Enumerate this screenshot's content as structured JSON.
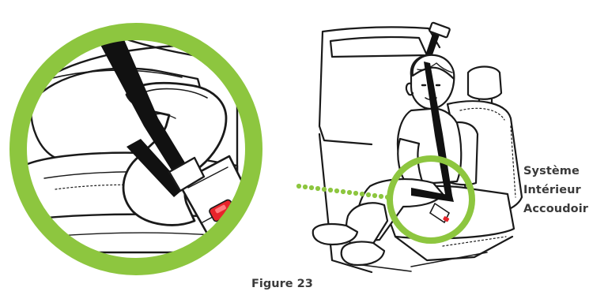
{
  "figure": {
    "caption": "Figure 23",
    "label_lines": [
      "Système",
      "Intérieur",
      "Accoudoir"
    ],
    "accent_color": "#8dc63f",
    "buckle_color": "#e8242b",
    "line_color": "#1a1a1a"
  }
}
